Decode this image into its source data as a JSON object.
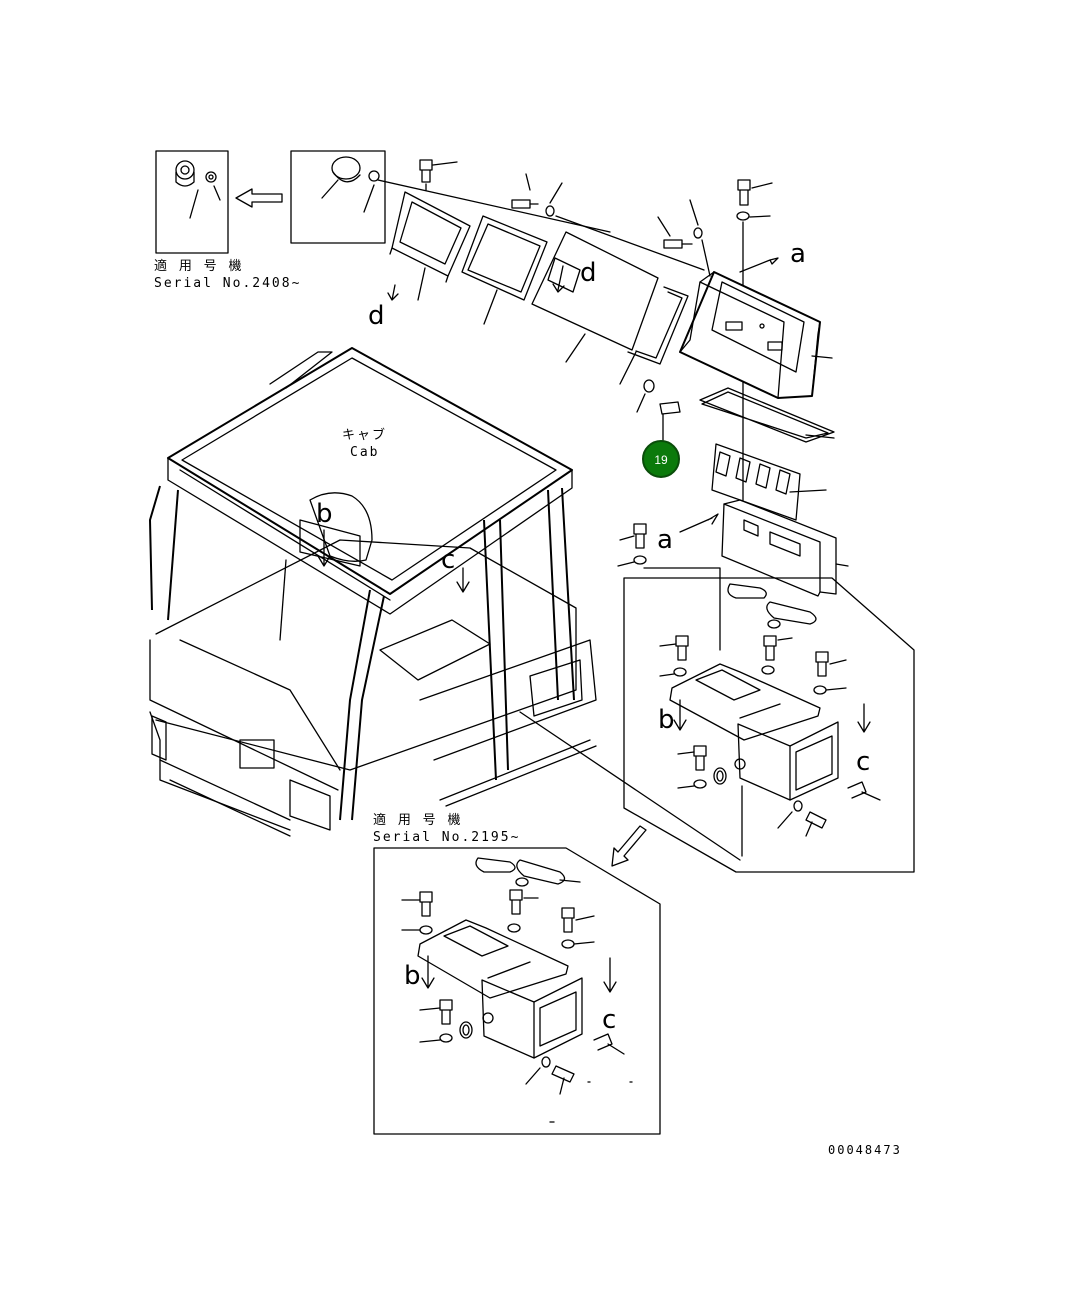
{
  "serial_notes": [
    {
      "line1": "適 用 号 機",
      "line2": "Serial No.2408~"
    },
    {
      "line1": "適 用 号 機",
      "line2": "Serial No.2195~"
    }
  ],
  "cab_label": {
    "jp": "キャブ",
    "en": "Cab"
  },
  "view_letters": [
    "a",
    "a",
    "b",
    "b",
    "b",
    "c",
    "c",
    "c",
    "d",
    "d"
  ],
  "callout": {
    "number": "19",
    "color": "#0b7a0b",
    "border": "#0a4d0a",
    "text_color": "#ffffff"
  },
  "drawing_number": "00048473"
}
